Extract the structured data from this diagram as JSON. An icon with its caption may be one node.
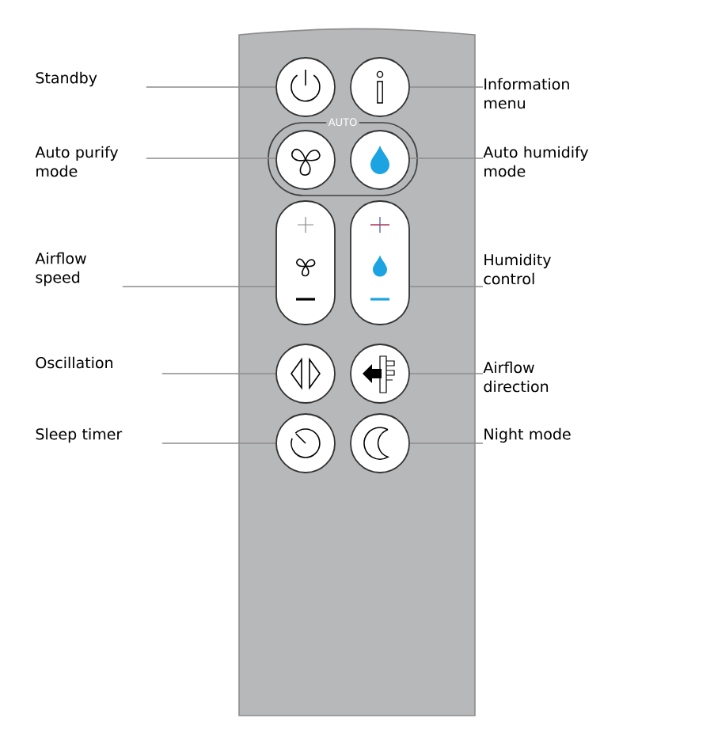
{
  "diagram": {
    "nodes": [
      {
        "text": [
          "Standby"
        ]
      },
      {
        "text": [],
        "shape": "circle"
      },
      {
        "text": [],
        "shape": "circle"
      },
      {
        "text": [
          "Information menu"
        ]
      },
      {
        "text": [
          "AUTO"
        ]
      },
      {
        "text": [
          "Auto purify mode"
        ]
      },
      {
        "text": [],
        "shape": "circle",
        "in": 4
      },
      {
        "text": [],
        "shape": "circle",
        "in": 4
      },
      {
        "text": [
          "Auto humidify mode"
        ]
      },
      {
        "text": [
          "Airflow speed"
        ]
      },
      {
        "text": [],
        "shape": "box"
      },
      {
        "text": [],
        "shape": "box"
      },
      {
        "text": [
          "Humidity control"
        ]
      },
      {
        "text": [
          "Oscillation"
        ]
      },
      {
        "text": [],
        "shape": "circle"
      },
      {
        "text": [],
        "shape": "circle"
      },
      {
        "text": [
          "Airflow direction"
        ]
      },
      {
        "text": [
          "Sleep timer"
        ]
      },
      {
        "text": [],
        "shape": "circle"
      },
      {
        "text": [],
        "shape": "circle"
      },
      {
        "text": [
          "Night mode"
        ]
      }
    ],
    "edges": [
      {
        "from": 0,
        "to": 1,
        "arrow": "none"
      },
      {
        "from": 3,
        "to": 2,
        "arrow": "none"
      },
      {
        "from": 5,
        "to": 6,
        "arrow": "none"
      },
      {
        "from": 8,
        "to": 7,
        "arrow": "none"
      },
      {
        "from": 9,
        "to": 10,
        "arrow": "none"
      },
      {
        "from": 12,
        "to": 11,
        "arrow": "none"
      },
      {
        "from": 13,
        "to": 14,
        "arrow": "none"
      },
      {
        "from": 16,
        "to": 15,
        "arrow": "none"
      },
      {
        "from": 17,
        "to": 18,
        "arrow": "none"
      },
      {
        "from": 20,
        "to": 19,
        "arrow": "none"
      }
    ]
  }
}
